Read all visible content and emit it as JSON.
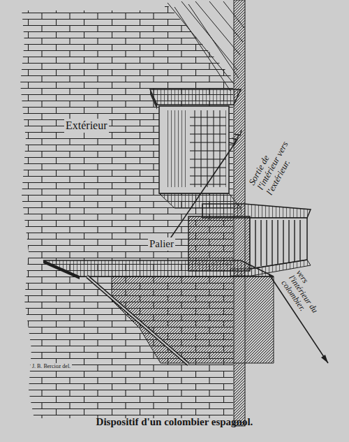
{
  "diagram": {
    "caption": "Dispositif d'un colombier espagnol.",
    "labels": [
      "Extérieur",
      "Sortie de l'intérieur vers l'extérieur.",
      "Palier",
      "vers l'intérieur du colombier.",
      "J. B. Bercioz del."
    ]
  }
}
